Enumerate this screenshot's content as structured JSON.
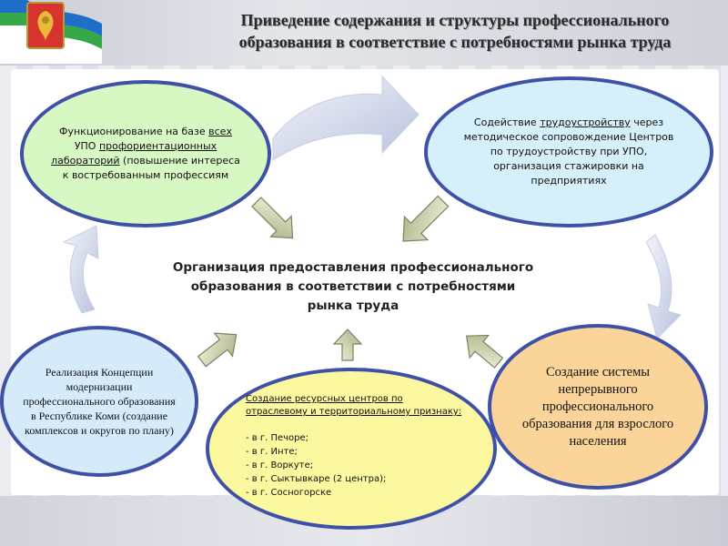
{
  "title": {
    "line1": "Приведение содержания и структуры профессионального",
    "line2": "образования в соответствие с потребностями рынка труда"
  },
  "center": {
    "line1": "Организация предоставления профессионального",
    "line2": "образования в соответствии с потребностями",
    "line3": "рынка труда"
  },
  "node_top_left": {
    "p1": "Функционирование на базе ",
    "p2": "всех",
    "p3": " УПО ",
    "p4": "профориентационных лабораторий",
    "p5": " (повышение интереса к востребованным профессиям"
  },
  "node_top_right": {
    "p1": "Содействие ",
    "p2": "трудоустройству",
    "p3": " через методическое сопровождение Центров по трудоустройству при УПО, организация стажировки на предприятиях"
  },
  "node_bottom_left": {
    "text": "Реализация Концепции модернизации профессионального образования в Республике Коми (создание комплексов и округов по плану)"
  },
  "node_bottom_center": {
    "title": "Создание ресурсных центров по отраслевому и территориальному признаку:",
    "items": [
      "- в г. Печоре;",
      "- в г. Инте;",
      "- в г. Воркуте;",
      "- в г. Сыктывкаре (2 центра);",
      "- в г. Сосногорске"
    ]
  },
  "node_bottom_right": {
    "text": "Создание системы непрерывного профессионального образования для взрослого населения"
  },
  "colors": {
    "ellipse_border": "#3f51a6",
    "green_fill": "#d7f7c3",
    "cyan_fill": "#d6f0fb",
    "blue_fill": "#d5ebfa",
    "yellow_fill": "#fbf8a0",
    "orange_fill": "#fbd49a",
    "arrow_fill": "#d8dcb8"
  }
}
